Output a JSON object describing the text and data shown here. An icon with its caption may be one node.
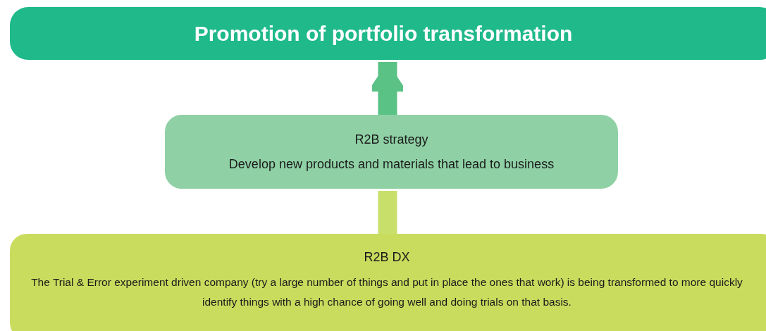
{
  "diagram": {
    "nodes": [
      {
        "text": [
          "Promotion of portfolio transformation"
        ]
      },
      {
        "text": [
          "R2B strategy",
          "Develop new products and materials that lead to business"
        ]
      },
      {
        "text": [
          "R2B DX",
          "The Trial & Error experiment driven company (try a large number of things and put in place the ones that work) is being transformed to more quickly identify things with a high chance of going well and doing trials on that basis."
        ]
      }
    ],
    "edges": [
      {
        "from": 1,
        "to": 0,
        "arrow": "to",
        "color": "#5bc286"
      },
      {
        "from": 2,
        "to": 1,
        "arrow": "none",
        "color": "#c8df6a"
      }
    ]
  }
}
